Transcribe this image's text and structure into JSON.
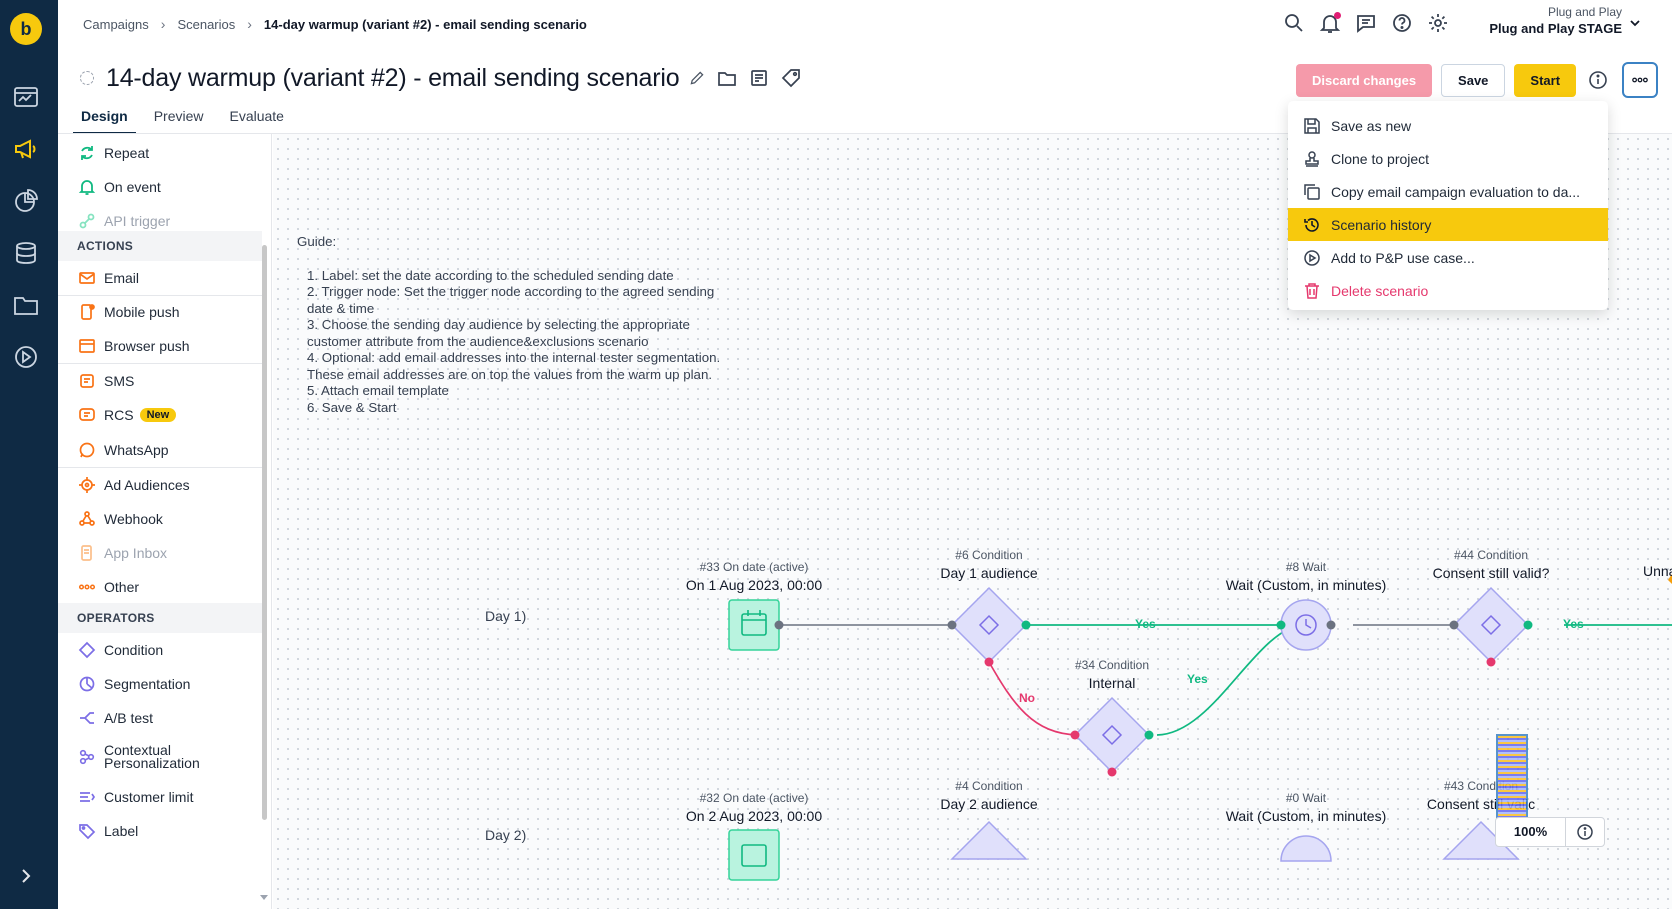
{
  "app": {
    "logo_letter": "b"
  },
  "breadcrumb": [
    "Campaigns",
    "Scenarios",
    "14-day warmup (variant #2) - email sending scenario"
  ],
  "project": {
    "org": "Plug and Play",
    "name": "Plug and Play STAGE"
  },
  "title": "14-day warmup (variant #2) - email sending scenario",
  "buttons": {
    "discard": "Discard changes",
    "save": "Save",
    "start": "Start"
  },
  "tabs": [
    "Design",
    "Preview",
    "Evaluate"
  ],
  "palette": {
    "triggers": [
      {
        "label": "Repeat",
        "icon": "repeat-icon"
      },
      {
        "label": "On event",
        "icon": "bell-icon"
      },
      {
        "label": "API trigger",
        "icon": "api-trigger-icon",
        "disabled": true
      }
    ],
    "actions_title": "ACTIONS",
    "actions": [
      {
        "label": "Email",
        "icon": "email-icon"
      },
      {
        "label": "Mobile push",
        "icon": "mobile-push-icon"
      },
      {
        "label": "Browser push",
        "icon": "browser-push-icon"
      },
      {
        "label": "SMS",
        "icon": "sms-icon"
      },
      {
        "label": "RCS",
        "icon": "rcs-icon",
        "badge": "New"
      },
      {
        "label": "WhatsApp",
        "icon": "whatsapp-icon"
      },
      {
        "label": "Ad Audiences",
        "icon": "ad-audiences-icon"
      },
      {
        "label": "Webhook",
        "icon": "webhook-icon"
      },
      {
        "label": "App Inbox",
        "icon": "app-inbox-icon",
        "disabled": true
      },
      {
        "label": "Other",
        "icon": "other-icon"
      }
    ],
    "operators_title": "OPERATORS",
    "operators": [
      {
        "label": "Condition",
        "icon": "condition-icon"
      },
      {
        "label": "Segmentation",
        "icon": "segmentation-icon"
      },
      {
        "label": "A/B test",
        "icon": "ab-test-icon"
      },
      {
        "label": "Contextual Personalization",
        "icon": "contextual-personalization-icon"
      },
      {
        "label": "Customer limit",
        "icon": "customer-limit-icon"
      },
      {
        "label": "Label",
        "icon": "label-icon"
      }
    ]
  },
  "guide": {
    "title": "Guide:",
    "lines": [
      "1. Label: set the date according to the scheduled sending date",
      "2. Trigger node: Set the trigger node according to the agreed sending date & time",
      "3. Choose the sending day audience by selecting the appropriate customer attribute from the audience&exclusions scenario",
      "4. Optional: add email addresses into the internal tester segmentation. These email addresses are on top the values from the warm up plan.",
      "5. Attach email template",
      "6. Save & Start"
    ]
  },
  "flow": {
    "days": [
      "Day 1)",
      "Day 2)"
    ],
    "nodes": [
      {
        "id": "#33 On date (active)",
        "label": "On 1 Aug 2023, 00:00",
        "type": "date"
      },
      {
        "id": "#6 Condition",
        "label": "Day 1 audience",
        "type": "condition"
      },
      {
        "id": "#34 Condition",
        "label": "Internal",
        "type": "condition"
      },
      {
        "id": "#8 Wait",
        "label": "Wait (Custom, in minutes)",
        "type": "wait"
      },
      {
        "id": "#44 Condition",
        "label": "Consent still valid?",
        "type": "condition"
      },
      {
        "id": "",
        "label": "Unname",
        "type": "cut"
      },
      {
        "id": "#32 On date (active)",
        "label": "On 2 Aug 2023, 00:00",
        "type": "date"
      },
      {
        "id": "#4 Condition",
        "label": "Day 2 audience",
        "type": "condition"
      },
      {
        "id": "#0 Wait",
        "label": "Wait (Custom, in minutes)",
        "type": "wait"
      },
      {
        "id": "#43 Condition",
        "label": "Consent still valic",
        "type": "condition"
      }
    ],
    "edge_labels": {
      "yes": "Yes",
      "no": "No"
    },
    "colors": {
      "yes": "#10b981",
      "no": "#e5386d",
      "node_fill": "#e0e0fb",
      "node_stroke": "#a5a5ef",
      "date_fill": "#b9f3df",
      "date_stroke": "#34d399"
    }
  },
  "zoom": "100%",
  "menu": [
    {
      "label": "Save as new",
      "icon": "save-icon"
    },
    {
      "label": "Clone to project",
      "icon": "clone-stamp-icon"
    },
    {
      "label": "Copy email campaign evaluation to da...",
      "icon": "copy-icon"
    },
    {
      "label": "Scenario history",
      "icon": "history-icon",
      "active": true
    },
    {
      "label": "Add to P&P use case...",
      "icon": "add-usecase-icon"
    },
    {
      "label": "Delete scenario",
      "icon": "trash-icon",
      "danger": true
    }
  ],
  "colors": {
    "rail": "#0f2a44",
    "accent": "#f7c90d",
    "discard": "#f59aaa",
    "danger": "#e5386d"
  }
}
